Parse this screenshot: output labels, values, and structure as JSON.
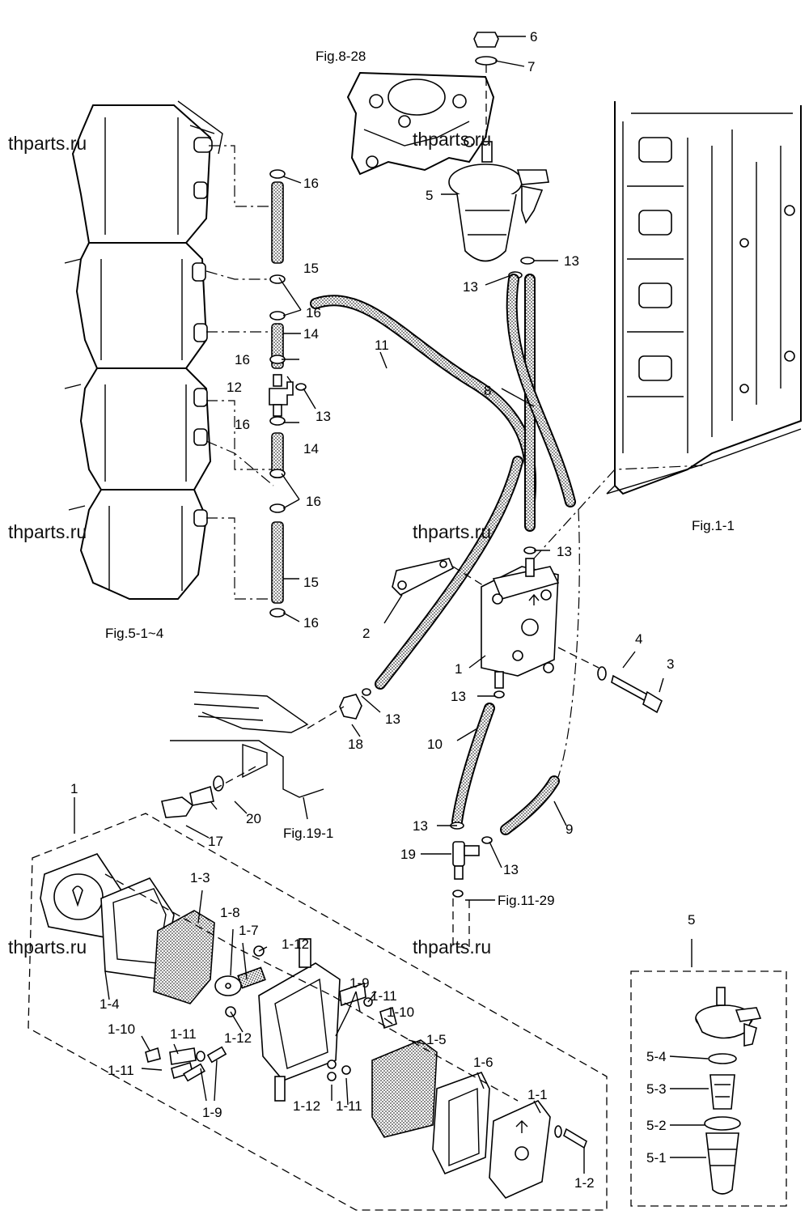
{
  "watermarks": [
    "thparts.ru",
    "thparts.ru",
    "thparts.ru",
    "thparts.ru",
    "thparts.ru"
  ],
  "refs": {
    "fig_8_28": "Fig.8-28",
    "fig_1_1": "Fig.1-1",
    "fig_5_1_4": "Fig.5-1~4",
    "fig_19_1": "Fig.19-1",
    "fig_11_29": "Fig.11-29"
  },
  "callouts": {
    "c6": "6",
    "c7": "7",
    "c5": "5",
    "c13a": "13",
    "c13b": "13",
    "c16a": "16",
    "c15a": "15",
    "c16b": "16",
    "c14a": "14",
    "c16c": "16",
    "c12": "12",
    "c13c": "13",
    "c16d": "16",
    "c14b": "14",
    "c16e": "16",
    "c15b": "15",
    "c16f": "16",
    "c11": "11",
    "c8": "8",
    "c13d": "13",
    "c2": "2",
    "c1": "1",
    "c4": "4",
    "c3": "3",
    "c13e": "13",
    "c13f": "13",
    "c18": "18",
    "c10": "10",
    "c9": "9",
    "c13g": "13",
    "c19": "19",
    "c13h": "13",
    "c17": "17",
    "c20": "20",
    "c1_box": "1",
    "c1_3": "1-3",
    "c1_8": "1-8",
    "c1_7": "1-7",
    "c1_12a": "1-12",
    "c1_4": "1-4",
    "c1_12b": "1-12",
    "c1_9a": "1-9",
    "c1_11a": "1-11",
    "c1_10a": "1-10",
    "c1_5": "1-5",
    "c1_10b": "1-10",
    "c1_11b": "1-11",
    "c1_11c": "1-11",
    "c1_9b": "1-9",
    "c1_12c": "1-12",
    "c1_11d": "1-11",
    "c1_6": "1-6",
    "c1_1": "1-1",
    "c1_2": "1-2",
    "c5_box": "5",
    "c5_4": "5-4",
    "c5_3": "5-3",
    "c5_2": "5-2",
    "c5_1": "5-1"
  }
}
